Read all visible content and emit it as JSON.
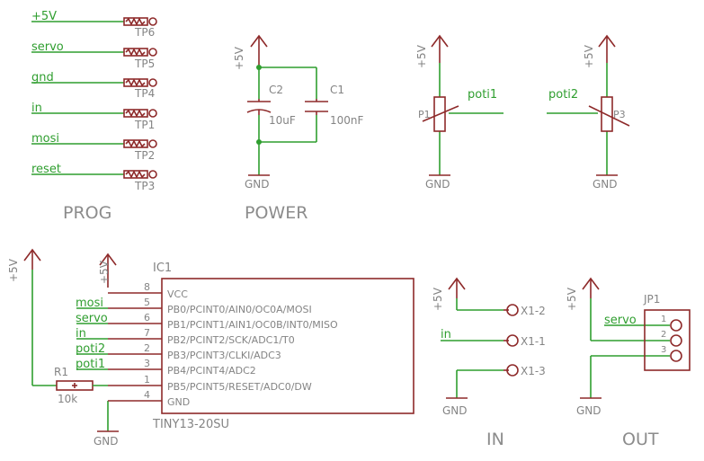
{
  "colors": {
    "wire": "#2f9e2f",
    "part": "#8e2a2a",
    "text": "#848484"
  },
  "sections": {
    "prog": "PROG",
    "power": "POWER",
    "in": "IN",
    "out": "OUT"
  },
  "prog": {
    "rows": [
      {
        "net": "+5V",
        "tp": "TP6"
      },
      {
        "net": "servo",
        "tp": "TP5"
      },
      {
        "net": "gnd",
        "tp": "TP4"
      },
      {
        "net": "in",
        "tp": "TP1"
      },
      {
        "net": "mosi",
        "tp": "TP2"
      },
      {
        "net": "reset",
        "tp": "TP3"
      }
    ]
  },
  "power": {
    "supply": "+5V",
    "gnd": "GND",
    "c2_name": "C2",
    "c2_value": "10uF",
    "c1_name": "C1",
    "c1_value": "100nF"
  },
  "poti1": {
    "supply": "+5V",
    "gnd": "GND",
    "name": "P1",
    "net": "poti1"
  },
  "poti2": {
    "supply": "+5V",
    "gnd": "GND",
    "name": "P3",
    "net": "poti2"
  },
  "ic": {
    "name": "IC1",
    "part": "TINY13-20SU",
    "supply": "+5V",
    "gnd": "GND",
    "pins": [
      {
        "num": "8",
        "label": "VCC",
        "net": ""
      },
      {
        "num": "5",
        "label": "PB0/PCINT0/AIN0/OC0A/MOSI",
        "net": "mosi"
      },
      {
        "num": "6",
        "label": "PB1/PCINT1/AIN1/OC0B/INT0/MISO",
        "net": "servo"
      },
      {
        "num": "7",
        "label": "PB2/PCINT2/SCK/ADC1/T0",
        "net": "in"
      },
      {
        "num": "2",
        "label": "PB3/PCINT3/CLKI/ADC3",
        "net": "poti2"
      },
      {
        "num": "3",
        "label": "PB4/PCINT4/ADC2",
        "net": "poti1"
      },
      {
        "num": "1",
        "label": "PB5/PCINT5/RESET/ADC0/DW",
        "net": ""
      },
      {
        "num": "4",
        "label": "GND",
        "net": ""
      }
    ]
  },
  "resistor": {
    "supply": "+5V",
    "name": "R1",
    "value": "10k"
  },
  "in_conn": {
    "supply": "+5V",
    "net": "in",
    "gnd": "GND",
    "pins": [
      "X1-2",
      "X1-1",
      "X1-3"
    ]
  },
  "out_conn": {
    "supply": "+5V",
    "net": "servo",
    "gnd": "GND",
    "name": "JP1",
    "pins": [
      "1",
      "2",
      "3"
    ]
  }
}
